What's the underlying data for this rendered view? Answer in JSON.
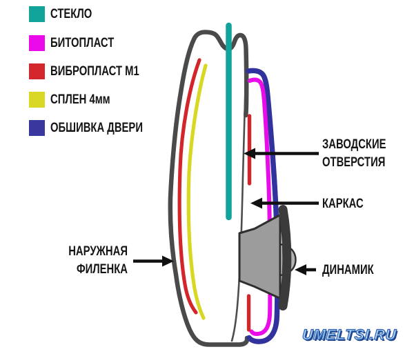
{
  "colors": {
    "glass": "#12a49b",
    "bitoplast": "#e80ce8",
    "vibroplast": "#d2262c",
    "splen": "#d8d824",
    "trim": "#32329e",
    "panel": "#4a4a4a",
    "frame_line": "#4d4d4d",
    "speaker_fill": "#9c9c9c",
    "speaker_dome": "#b2b2b2",
    "speaker_frame": "#3b3b3b",
    "arrow": "#101010",
    "label_text": "#141414",
    "watermark_fill": "#c3def5",
    "watermark_outline": "#2d64b6"
  },
  "legend": {
    "items": [
      {
        "id": "glass",
        "label": "СТЕКЛО",
        "color": "#12a49b"
      },
      {
        "id": "bitoplast",
        "label": "БИТОПЛАСТ",
        "color": "#ea0aea"
      },
      {
        "id": "vibroplast",
        "label": "ВИБРОПЛАСТ М1",
        "color": "#d2262c"
      },
      {
        "id": "splen",
        "label": "СПЛЕН 4мм",
        "color": "#d8d824"
      },
      {
        "id": "trim",
        "label": "ОБШИВКА ДВЕРИ",
        "color": "#38389e"
      }
    ]
  },
  "callouts": {
    "factory_holes": {
      "line1": "ЗАВОДСКИЕ",
      "line2": "ОТВЕРСТИЯ"
    },
    "frame": {
      "label": "КАРКАС"
    },
    "speaker": {
      "label": "ДИНАМИК"
    },
    "outer_panel": {
      "line1": "НАРУЖНАЯ",
      "line2": "ФИЛЕНКА"
    }
  },
  "watermark": {
    "text": "UMELTSI.RU"
  }
}
